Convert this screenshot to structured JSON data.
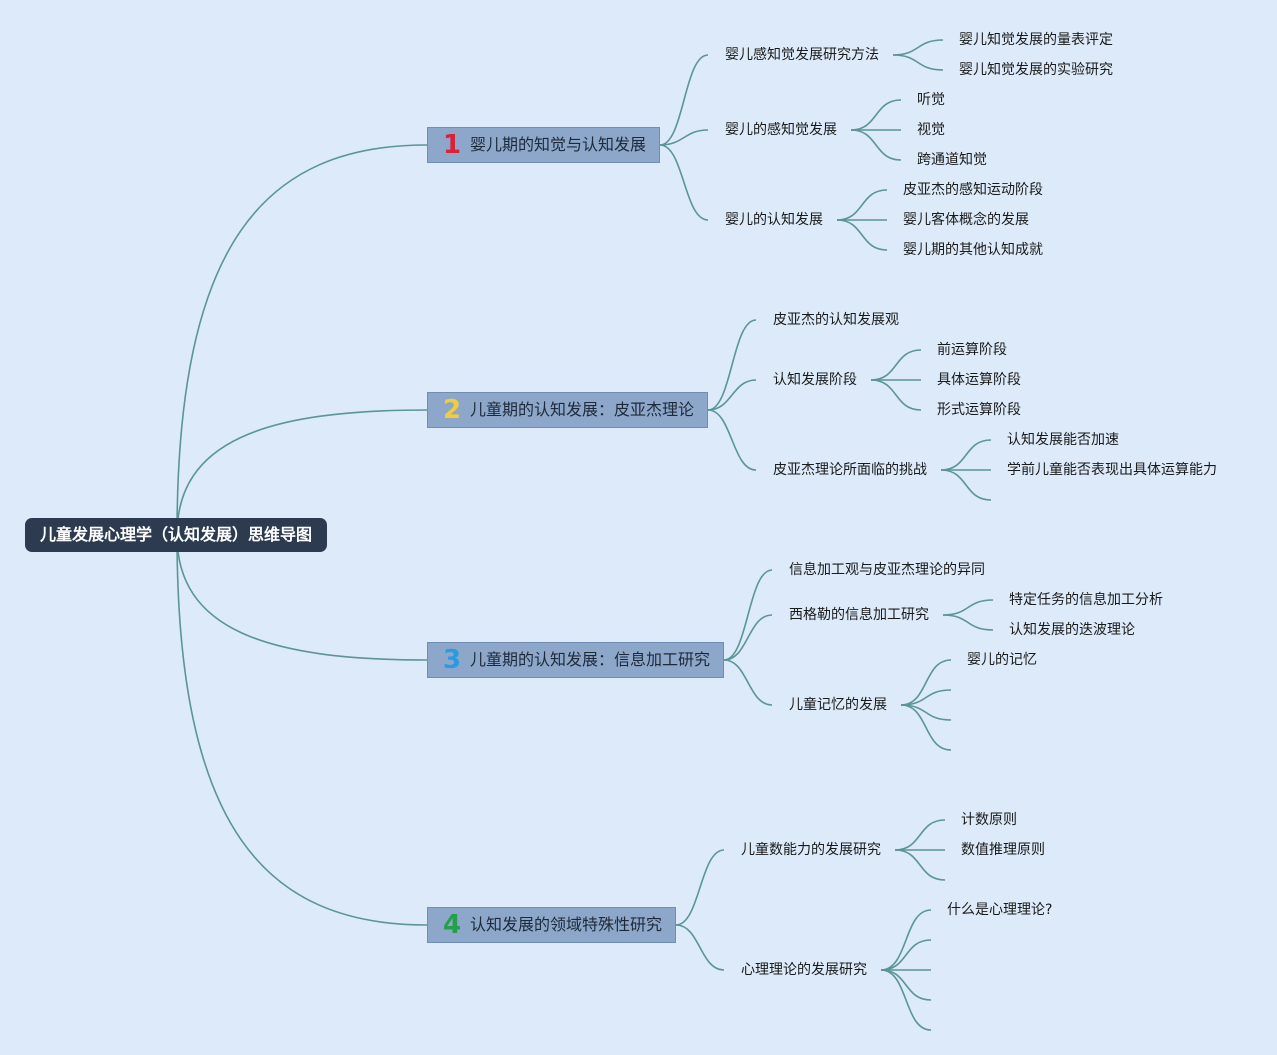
{
  "root": {
    "title": "儿童发展心理学（认知发展）思维导图"
  },
  "branches": [
    {
      "number": "1",
      "number_color": "#d9213a",
      "label": "婴儿期的知觉与认知发展",
      "children": [
        {
          "label": "婴儿感知觉发展研究方法",
          "children": [
            "婴儿知觉发展的量表评定",
            "婴儿知觉发展的实验研究"
          ]
        },
        {
          "label": "婴儿的感知觉发展",
          "children": [
            "听觉",
            "视觉",
            "跨通道知觉"
          ]
        },
        {
          "label": "婴儿的认知发展",
          "children": [
            "皮亚杰的感知运动阶段",
            "婴儿客体概念的发展",
            "婴儿期的其他认知成就"
          ]
        }
      ]
    },
    {
      "number": "2",
      "number_color": "#f2cc3c",
      "label": "儿童期的认知发展：皮亚杰理论",
      "children": [
        {
          "label": "皮亚杰的认知发展观",
          "children": []
        },
        {
          "label": "认知发展阶段",
          "children": [
            "前运算阶段",
            "具体运算阶段",
            "形式运算阶段"
          ]
        },
        {
          "label": "皮亚杰理论所面临的挑战",
          "children": [
            "认知发展能否加速",
            "学前儿童能否表现出具体运算能力",
            ""
          ]
        }
      ]
    },
    {
      "number": "3",
      "number_color": "#2b9ae0",
      "label": "儿童期的认知发展：信息加工研究",
      "children": [
        {
          "label": "信息加工观与皮亚杰理论的异同",
          "children": []
        },
        {
          "label": "西格勒的信息加工研究",
          "children": [
            "特定任务的信息加工分析",
            "认知发展的迭波理论"
          ]
        },
        {
          "label": "儿童记忆的发展",
          "children": [
            "婴儿的记忆",
            "",
            "",
            ""
          ]
        }
      ]
    },
    {
      "number": "4",
      "number_color": "#23a048",
      "label": "认知发展的领域特殊性研究",
      "children": [
        {
          "label": "儿童数能力的发展研究",
          "children": [
            "计数原则",
            "数值推理原则",
            ""
          ]
        },
        {
          "label": "心理理论的发展研究",
          "children": [
            "什么是心理理论?",
            "",
            "",
            "",
            ""
          ]
        }
      ]
    }
  ]
}
